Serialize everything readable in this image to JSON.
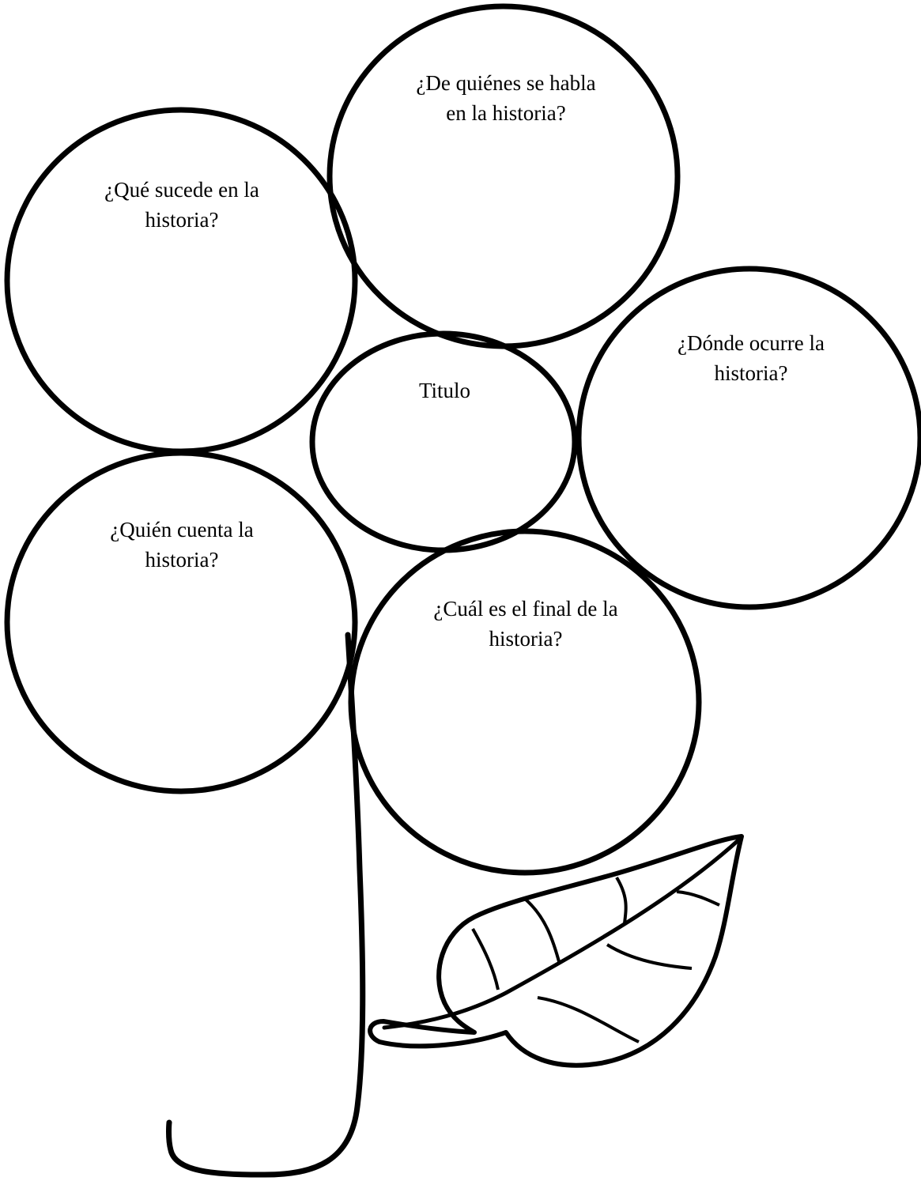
{
  "diagram": {
    "bubbles": [
      {
        "id": "who",
        "lines": [
          "¿De quiénes se habla",
          "en la historia?"
        ]
      },
      {
        "id": "what",
        "lines": [
          "¿Qué sucede en la",
          "historia?"
        ]
      },
      {
        "id": "title",
        "lines": [
          "Titulo"
        ]
      },
      {
        "id": "where",
        "lines": [
          "¿Dónde ocurre la",
          "historia?"
        ]
      },
      {
        "id": "narrator",
        "lines": [
          "¿Quién cuenta la",
          "historia?"
        ]
      },
      {
        "id": "ending",
        "lines": [
          "¿Cuál es el final de la",
          "historia?"
        ]
      }
    ],
    "stroke_color": "#000000",
    "background_color": "#ffffff"
  }
}
